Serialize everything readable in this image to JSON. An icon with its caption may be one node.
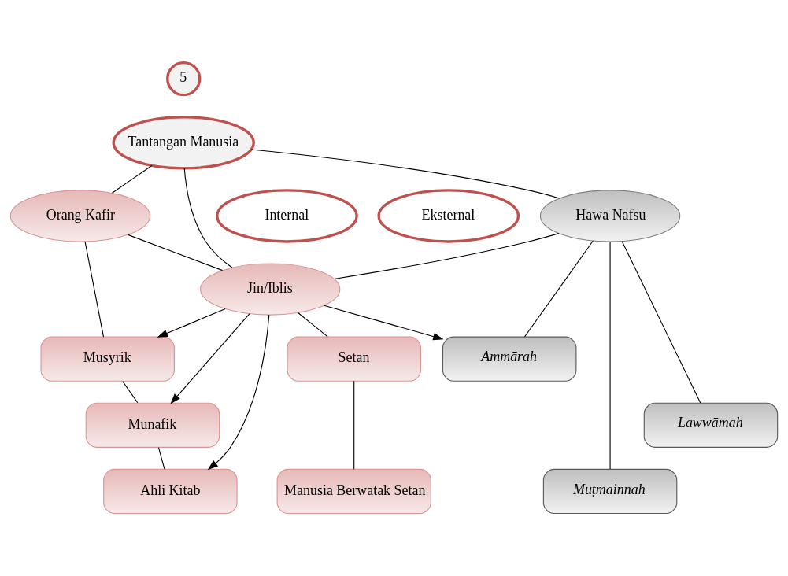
{
  "diagram": {
    "nodes": [
      {
        "text": [
          "5"
        ]
      },
      {
        "text": [
          "Tantangan Manusia"
        ]
      },
      {
        "text": [
          "Hawa Nafsu"
        ]
      },
      {
        "text": [
          "Internal"
        ]
      },
      {
        "text": [
          "Eksternal"
        ]
      },
      {
        "text": [
          "Orang Kafir"
        ]
      },
      {
        "text": [
          "Jin/Iblis"
        ]
      },
      {
        "text": [
          "Ammārah"
        ]
      },
      {
        "text": [
          "Lawwāmah"
        ]
      },
      {
        "text": [
          "Muṭmainnah"
        ]
      },
      {
        "text": [
          "Setan"
        ]
      },
      {
        "text": [
          "Musyrik"
        ]
      },
      {
        "text": [
          "Munafik"
        ]
      },
      {
        "text": [
          "Manusia Berwatak Setan"
        ]
      },
      {
        "text": [
          "Ahli Kitab"
        ]
      }
    ],
    "edges": [
      {
        "from": 1,
        "to": 2,
        "arrow": "none"
      },
      {
        "from": 1,
        "to": 6,
        "arrow": "none"
      },
      {
        "from": 1,
        "to": 5,
        "arrow": "none"
      },
      {
        "from": 2,
        "to": 6,
        "arrow": "none"
      },
      {
        "from": 5,
        "to": 6,
        "arrow": "none"
      },
      {
        "from": 2,
        "to": 7,
        "arrow": "none"
      },
      {
        "from": 2,
        "to": 8,
        "arrow": "none"
      },
      {
        "from": 2,
        "to": 9,
        "arrow": "none"
      },
      {
        "from": 6,
        "to": 7,
        "arrow": "to"
      },
      {
        "from": 6,
        "to": 10,
        "arrow": "none"
      },
      {
        "from": 10,
        "to": 13,
        "arrow": "none"
      },
      {
        "from": 6,
        "to": 11,
        "arrow": "to"
      },
      {
        "from": 6,
        "to": 12,
        "arrow": "to"
      },
      {
        "from": 6,
        "to": 14,
        "arrow": "to"
      },
      {
        "from": 5,
        "to": 11,
        "arrow": "none"
      },
      {
        "from": 11,
        "to": 12,
        "arrow": "none"
      },
      {
        "from": 12,
        "to": 14,
        "arrow": "none"
      }
    ]
  }
}
